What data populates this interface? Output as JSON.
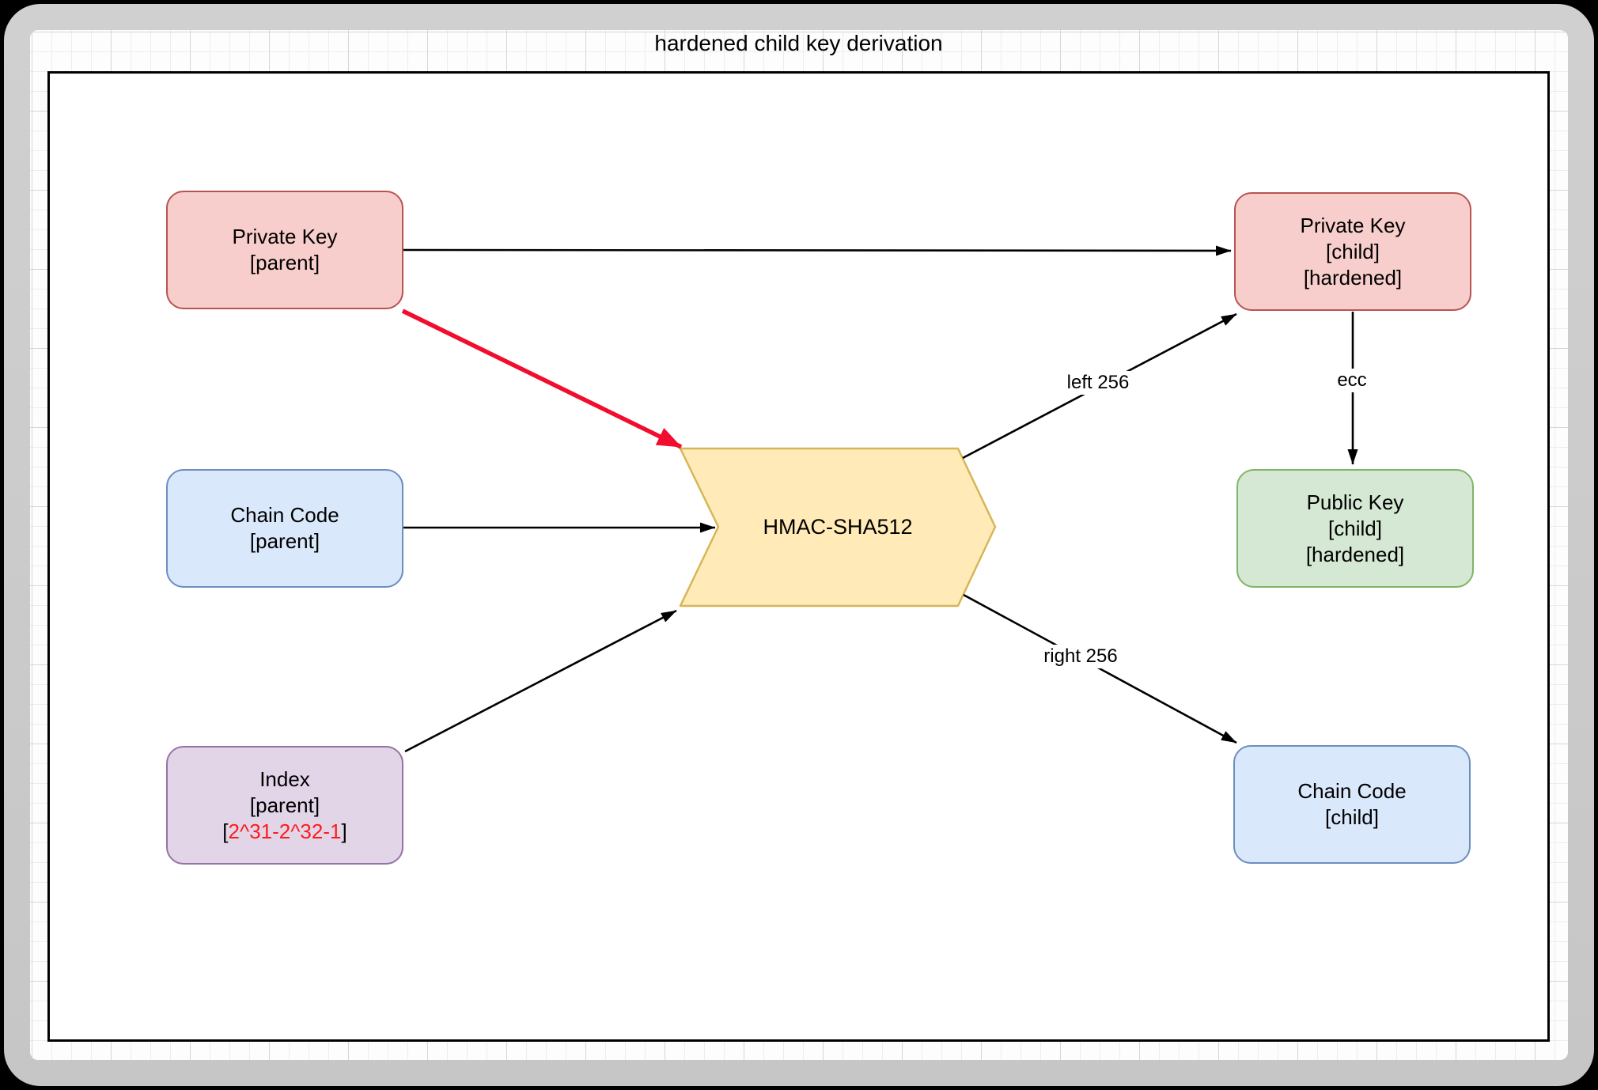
{
  "title": "hardened child key derivation",
  "nodes": {
    "private_key_parent": {
      "line1": "Private Key",
      "line2": "[parent]"
    },
    "chain_code_parent": {
      "line1": "Chain Code",
      "line2": "[parent]"
    },
    "index_parent": {
      "line1": "Index",
      "line2": "[parent]",
      "range_open": "[",
      "range_value": "2^31-2^32-1",
      "range_close": "]"
    },
    "hmac": {
      "label": "HMAC-SHA512"
    },
    "private_key_child": {
      "line1": "Private Key",
      "line2": "[child]",
      "line3": "[hardened]"
    },
    "public_key_child": {
      "line1": "Public Key",
      "line2": "[child]",
      "line3": "[hardened]"
    },
    "chain_code_child": {
      "line1": "Chain Code",
      "line2": "[child]"
    }
  },
  "edge_labels": {
    "left": "left 256",
    "right": "right 256",
    "ecc": "ecc"
  },
  "colors": {
    "red_node_fill": "#f8cecc",
    "red_node_stroke": "#b85450",
    "blue_node_fill": "#dae8fc",
    "blue_node_stroke": "#6c8ebf",
    "purple_node_fill": "#e1d5e7",
    "purple_node_stroke": "#9673a6",
    "green_node_fill": "#d5e8d4",
    "green_node_stroke": "#82b366",
    "yellow_shape_fill": "#ffeab8",
    "yellow_shape_stroke": "#d6b656",
    "highlight_arrow_red": "#f20d2e",
    "index_range_red": "#ff1a1a",
    "connector_black": "#000000"
  }
}
